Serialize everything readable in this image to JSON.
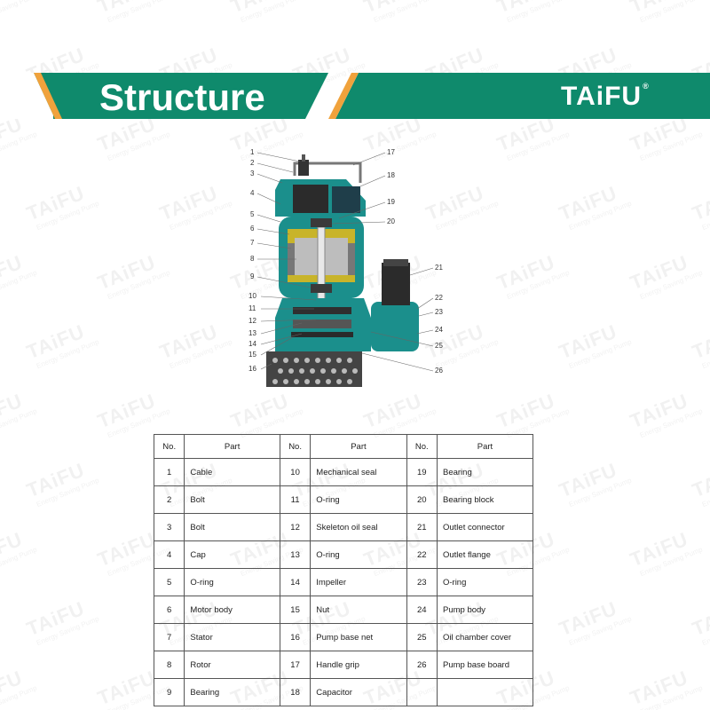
{
  "header": {
    "title": "Structure",
    "brand": "TAiFU",
    "brand_mark": "®"
  },
  "watermark": {
    "brand": "TAiFU",
    "tagline": "Energy Saving Pump"
  },
  "colors": {
    "banner_green": "#0f8a6c",
    "banner_orange": "#f0a23c",
    "pump_teal": "#1b8f8c",
    "stator_yellow": "#c8b42a"
  },
  "diagram": {
    "callouts": [
      "1",
      "2",
      "3",
      "4",
      "5",
      "6",
      "7",
      "8",
      "9",
      "10",
      "11",
      "12",
      "13",
      "14",
      "15",
      "16",
      "17",
      "18",
      "19",
      "20",
      "21",
      "22",
      "23",
      "24",
      "25",
      "26"
    ]
  },
  "table": {
    "headers": [
      "No.",
      "Part",
      "No.",
      "Part",
      "No.",
      "Part"
    ],
    "rows": [
      [
        {
          "no": "1",
          "part": "Cable"
        },
        {
          "no": "10",
          "part": "Mechanical seal"
        },
        {
          "no": "19",
          "part": "Bearing"
        }
      ],
      [
        {
          "no": "2",
          "part": "Bolt"
        },
        {
          "no": "11",
          "part": "O-ring"
        },
        {
          "no": "20",
          "part": "Bearing block"
        }
      ],
      [
        {
          "no": "3",
          "part": "Bolt"
        },
        {
          "no": "12",
          "part": "Skeleton oil seal"
        },
        {
          "no": "21",
          "part": "Outlet connector"
        }
      ],
      [
        {
          "no": "4",
          "part": "Cap"
        },
        {
          "no": "13",
          "part": "O-ring"
        },
        {
          "no": "22",
          "part": "Outlet flange"
        }
      ],
      [
        {
          "no": "5",
          "part": "O-ring"
        },
        {
          "no": "14",
          "part": "Impeller"
        },
        {
          "no": "23",
          "part": "O-ring"
        }
      ],
      [
        {
          "no": "6",
          "part": "Motor body"
        },
        {
          "no": "15",
          "part": "Nut"
        },
        {
          "no": "24",
          "part": "Pump body"
        }
      ],
      [
        {
          "no": "7",
          "part": "Stator"
        },
        {
          "no": "16",
          "part": "Pump base net"
        },
        {
          "no": "25",
          "part": "Oil chamber cover"
        }
      ],
      [
        {
          "no": "8",
          "part": "Rotor"
        },
        {
          "no": "17",
          "part": "Handle grip"
        },
        {
          "no": "26",
          "part": "Pump base board"
        }
      ],
      [
        {
          "no": "9",
          "part": "Bearing"
        },
        {
          "no": "18",
          "part": "Capacitor"
        },
        {
          "no": "",
          "part": ""
        }
      ]
    ]
  }
}
